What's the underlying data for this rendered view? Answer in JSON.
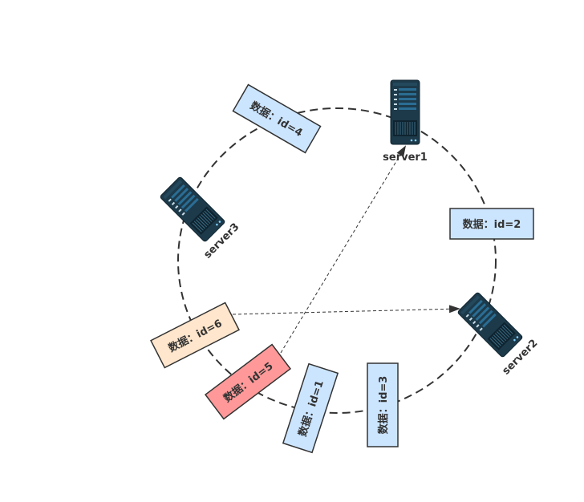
{
  "servers": [
    {
      "id": "server1",
      "label": "server1"
    },
    {
      "id": "server2",
      "label": "server2"
    },
    {
      "id": "server3",
      "label": "server3"
    }
  ],
  "data_items": [
    {
      "id": "d4",
      "label": "数据：id=4",
      "color": "#cce5ff"
    },
    {
      "id": "d2",
      "label": "数据：id=2",
      "color": "#cce5ff"
    },
    {
      "id": "d6",
      "label": "数据：id=6",
      "color": "#ffe6cc"
    },
    {
      "id": "d5",
      "label": "数据：id=5",
      "color": "#ff9999"
    },
    {
      "id": "d1",
      "label": "数据：id=1",
      "color": "#cce5ff"
    },
    {
      "id": "d3",
      "label": "数据：id=3",
      "color": "#cce5ff"
    }
  ],
  "colors": {
    "ring": "#333333",
    "server_body": "#1d3a4a",
    "server_accent": "#2a6d94",
    "edge": "#333333"
  }
}
